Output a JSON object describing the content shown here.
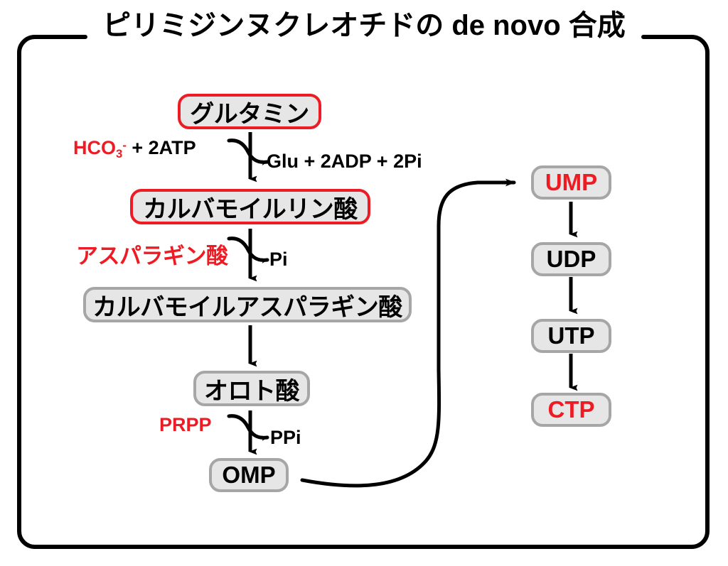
{
  "figure": {
    "title": "ピリミジンヌクレオチドの de novo 合成",
    "frame": {
      "name": "rounded-outer-frame",
      "stroke": "#000000"
    },
    "colors": {
      "accent_red": "#ed1c24",
      "box_fill": "#e6e6e6",
      "box_border_gray": "#a6a6a6",
      "box_border_red": "#ed1c24",
      "arrow": "#000000",
      "background": "#ffffff"
    }
  },
  "left_pathway": {
    "nodes": [
      {
        "id": "glutamine",
        "label": "グルタミン",
        "border": "red",
        "text_color": "#000000"
      },
      {
        "id": "carbamoyl-phosphate",
        "label": "カルバモイルリン酸",
        "border": "red",
        "text_color": "#000000"
      },
      {
        "id": "carbamoyl-aspartate",
        "label": "カルバモイルアスパラギン酸",
        "border": "gray",
        "text_color": "#000000"
      },
      {
        "id": "orotate",
        "label": "オロト酸",
        "border": "gray",
        "text_color": "#000000"
      },
      {
        "id": "omp",
        "label": "OMP",
        "border": "gray",
        "text_color": "#000000"
      }
    ],
    "reactions": [
      {
        "id": "cps-reaction",
        "substrate_html": "HCO<sub>3</sub><sup>-</sup>",
        "substrate_plain": "HCO3-",
        "substrate_extra": " + 2ATP",
        "product": "Glu + 2ADP + 2Pi",
        "substrate_color": "#ed1c24",
        "extra_color": "#000000",
        "product_color": "#000000",
        "arrow": "curved-hook"
      },
      {
        "id": "atcase-reaction",
        "substrate": "アスパラギン酸",
        "product": "Pi",
        "substrate_color": "#ed1c24",
        "product_color": "#000000",
        "arrow": "curved-hook"
      },
      {
        "id": "dihydroorotase-reaction",
        "substrate": "",
        "product": "",
        "arrow": "straight"
      },
      {
        "id": "omp-synthase-reaction",
        "substrate": "PRPP",
        "product": "PPi",
        "substrate_color": "#ed1c24",
        "product_color": "#000000",
        "arrow": "curved-hook"
      }
    ]
  },
  "right_pathway": {
    "nodes": [
      {
        "id": "ump",
        "label": "UMP",
        "border": "gray",
        "text_color": "#ed1c24"
      },
      {
        "id": "udp",
        "label": "UDP",
        "border": "gray",
        "text_color": "#000000"
      },
      {
        "id": "utp",
        "label": "UTP",
        "border": "gray",
        "text_color": "#000000"
      },
      {
        "id": "ctp",
        "label": "CTP",
        "border": "gray",
        "text_color": "#ed1c24"
      }
    ]
  },
  "connector": {
    "id": "omp-to-ump-connector",
    "from": "omp",
    "to": "ump",
    "style": "long-curved-arrow"
  }
}
